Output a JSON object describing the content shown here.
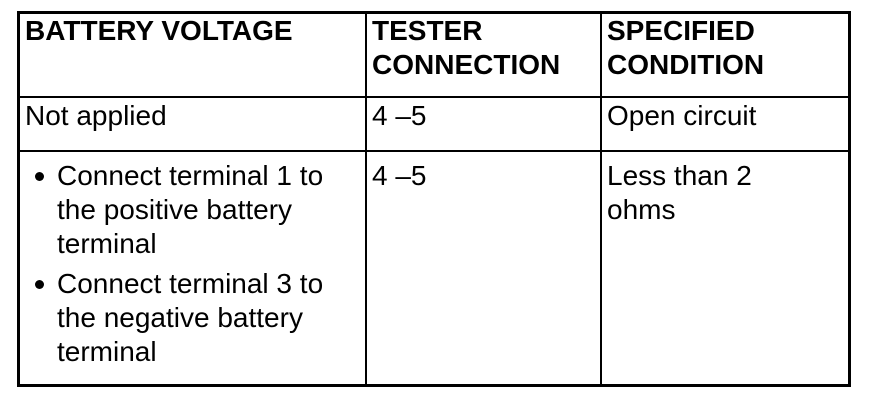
{
  "colors": {
    "border": "#000000",
    "text": "#000000",
    "background": "#ffffff"
  },
  "icons": {
    "bullet": "•"
  },
  "table": {
    "headers": [
      "BATTERY VOLTAGE",
      "TESTER CONNECTION",
      "SPECIFIED CONDITION"
    ],
    "rows": [
      {
        "battery_voltage": "Not applied",
        "tester_connection": "4 –5",
        "specified_condition": "Open circuit"
      },
      {
        "battery_voltage_bullets": [
          "Connect terminal 1 to the positive battery terminal",
          "Connect terminal 3 to the negative battery terminal"
        ],
        "tester_connection": "4 –5",
        "specified_condition": "Less than 2 ohms"
      }
    ]
  }
}
